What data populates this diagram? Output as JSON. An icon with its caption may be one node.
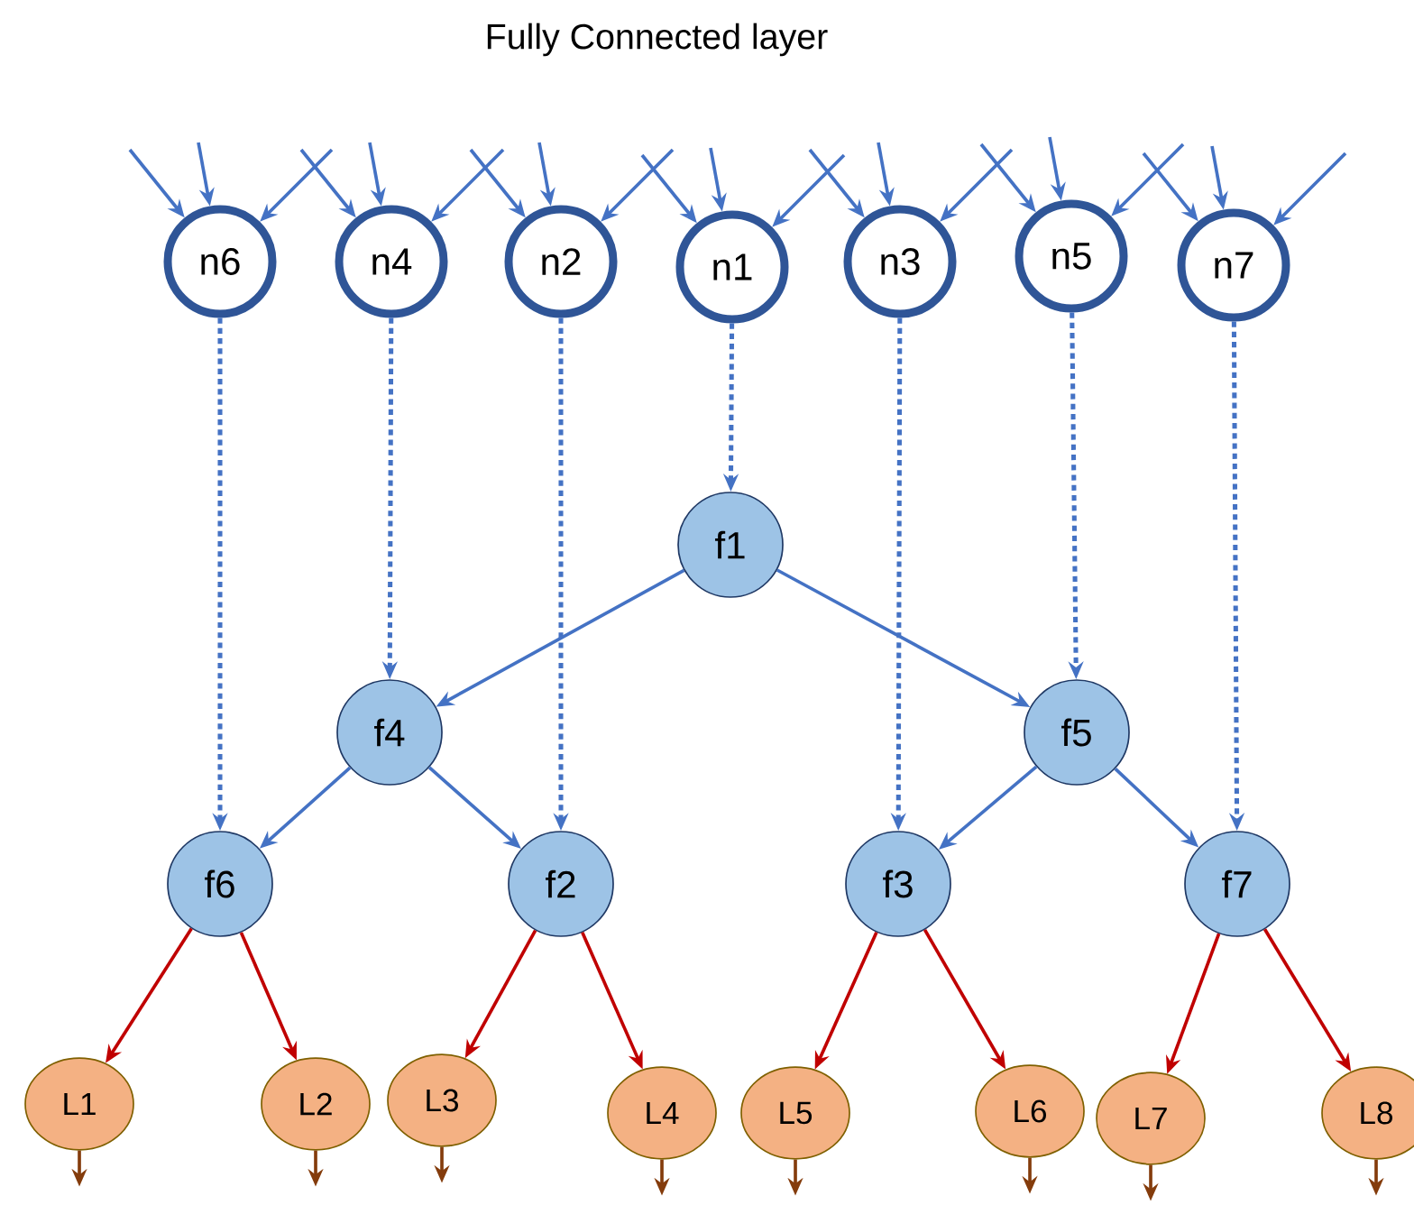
{
  "diagram": {
    "title": "Fully Connected layer",
    "nodes": [
      {
        "text": [
          "n6"
        ]
      },
      {
        "text": [
          "n4"
        ]
      },
      {
        "text": [
          "n2"
        ]
      },
      {
        "text": [
          "n1"
        ]
      },
      {
        "text": [
          "n3"
        ]
      },
      {
        "text": [
          "n5"
        ]
      },
      {
        "text": [
          "n7"
        ]
      },
      {
        "text": [
          "f1"
        ]
      },
      {
        "text": [
          "f4"
        ]
      },
      {
        "text": [
          "f5"
        ]
      },
      {
        "text": [
          "f6"
        ]
      },
      {
        "text": [
          "f2"
        ]
      },
      {
        "text": [
          "f3"
        ]
      },
      {
        "text": [
          "f7"
        ]
      },
      {
        "text": [
          "L1"
        ]
      },
      {
        "text": [
          "L2"
        ]
      },
      {
        "text": [
          "L3"
        ]
      },
      {
        "text": [
          "L4"
        ]
      },
      {
        "text": [
          "L5"
        ]
      },
      {
        "text": [
          "L6"
        ]
      },
      {
        "text": [
          "L7"
        ]
      },
      {
        "text": [
          "L8"
        ]
      }
    ],
    "edges": [
      {
        "from": null,
        "to": 0,
        "arrow": "to"
      },
      {
        "from": null,
        "to": 0,
        "arrow": "to"
      },
      {
        "from": null,
        "to": 0,
        "arrow": "to"
      },
      {
        "from": null,
        "to": 1,
        "arrow": "to"
      },
      {
        "from": null,
        "to": 1,
        "arrow": "to"
      },
      {
        "from": null,
        "to": 1,
        "arrow": "to"
      },
      {
        "from": null,
        "to": 2,
        "arrow": "to"
      },
      {
        "from": null,
        "to": 2,
        "arrow": "to"
      },
      {
        "from": null,
        "to": 2,
        "arrow": "to"
      },
      {
        "from": null,
        "to": 3,
        "arrow": "to"
      },
      {
        "from": null,
        "to": 3,
        "arrow": "to"
      },
      {
        "from": null,
        "to": 3,
        "arrow": "to"
      },
      {
        "from": null,
        "to": 4,
        "arrow": "to"
      },
      {
        "from": null,
        "to": 4,
        "arrow": "to"
      },
      {
        "from": null,
        "to": 4,
        "arrow": "to"
      },
      {
        "from": null,
        "to": 5,
        "arrow": "to"
      },
      {
        "from": null,
        "to": 5,
        "arrow": "to"
      },
      {
        "from": null,
        "to": 5,
        "arrow": "to"
      },
      {
        "from": null,
        "to": 6,
        "arrow": "to"
      },
      {
        "from": null,
        "to": 6,
        "arrow": "to"
      },
      {
        "from": null,
        "to": 6,
        "arrow": "to"
      },
      {
        "from": 0,
        "to": 10,
        "arrow": "to",
        "style": "dashed"
      },
      {
        "from": 1,
        "to": 8,
        "arrow": "to",
        "style": "dashed"
      },
      {
        "from": 2,
        "to": 11,
        "arrow": "to",
        "style": "dashed"
      },
      {
        "from": 3,
        "to": 7,
        "arrow": "to",
        "style": "dashed"
      },
      {
        "from": 4,
        "to": 12,
        "arrow": "to",
        "style": "dashed"
      },
      {
        "from": 5,
        "to": 9,
        "arrow": "to",
        "style": "dashed"
      },
      {
        "from": 6,
        "to": 13,
        "arrow": "to",
        "style": "dashed"
      },
      {
        "from": 7,
        "to": 8,
        "arrow": "to"
      },
      {
        "from": 7,
        "to": 9,
        "arrow": "to"
      },
      {
        "from": 8,
        "to": 10,
        "arrow": "to"
      },
      {
        "from": 8,
        "to": 11,
        "arrow": "to"
      },
      {
        "from": 9,
        "to": 12,
        "arrow": "to"
      },
      {
        "from": 9,
        "to": 13,
        "arrow": "to"
      },
      {
        "from": 10,
        "to": 14,
        "arrow": "to",
        "color": "#c00000"
      },
      {
        "from": 10,
        "to": 15,
        "arrow": "to",
        "color": "#c00000"
      },
      {
        "from": 11,
        "to": 16,
        "arrow": "to",
        "color": "#c00000"
      },
      {
        "from": 11,
        "to": 17,
        "arrow": "to",
        "color": "#c00000"
      },
      {
        "from": 12,
        "to": 18,
        "arrow": "to",
        "color": "#c00000"
      },
      {
        "from": 12,
        "to": 19,
        "arrow": "to",
        "color": "#c00000"
      },
      {
        "from": 13,
        "to": 20,
        "arrow": "to",
        "color": "#c00000"
      },
      {
        "from": 13,
        "to": 21,
        "arrow": "to",
        "color": "#c00000"
      },
      {
        "from": 14,
        "to": null,
        "arrow": "to",
        "color": "#843c0c"
      },
      {
        "from": 15,
        "to": null,
        "arrow": "to",
        "color": "#843c0c"
      },
      {
        "from": 16,
        "to": null,
        "arrow": "to",
        "color": "#843c0c"
      },
      {
        "from": 17,
        "to": null,
        "arrow": "to",
        "color": "#843c0c"
      },
      {
        "from": 18,
        "to": null,
        "arrow": "to",
        "color": "#843c0c"
      },
      {
        "from": 19,
        "to": null,
        "arrow": "to",
        "color": "#843c0c"
      },
      {
        "from": 20,
        "to": null,
        "arrow": "to",
        "color": "#843c0c"
      },
      {
        "from": 21,
        "to": null,
        "arrow": "to",
        "color": "#843c0c"
      }
    ]
  }
}
